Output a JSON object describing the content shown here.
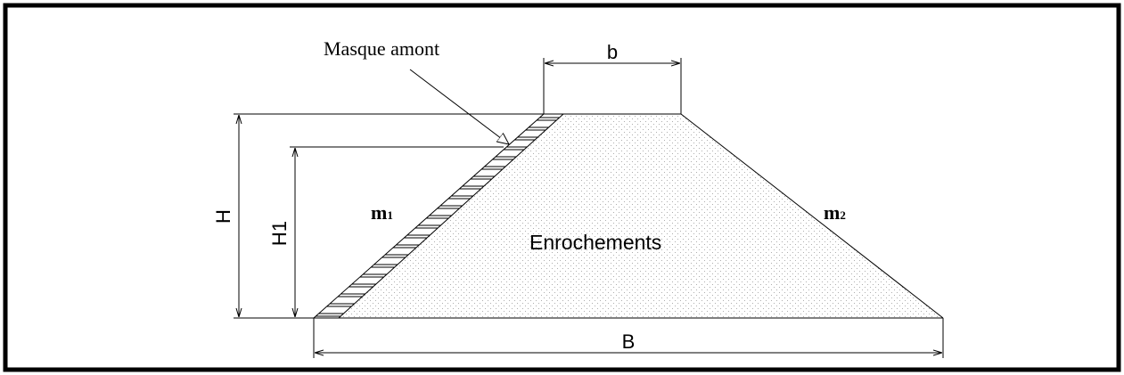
{
  "labels": {
    "masque_amont": "Masque amont",
    "top_width": "b",
    "bottom_width": "B",
    "height": "H",
    "height_water": "H1",
    "material": "Enrochements",
    "slope_upstream": {
      "base": "m",
      "sub": "1"
    },
    "slope_downstream": {
      "base": "m",
      "sub": "2"
    }
  },
  "colors": {
    "line": "#000000",
    "fill_dots": "#9a9a9a",
    "background": "#ffffff"
  }
}
